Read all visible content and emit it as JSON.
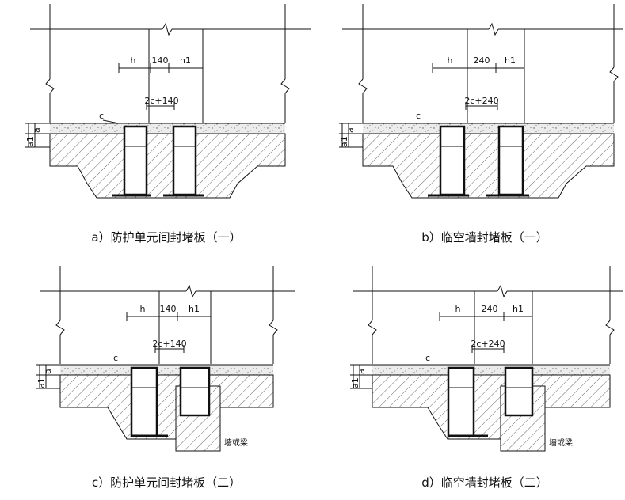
{
  "panels": [
    {
      "caption": "a）防护单元间封堵板（一）",
      "dim_h": "h",
      "dim_gap": "140",
      "dim_h1": "h1",
      "dim_2c": "2c+140",
      "dim_c": "c",
      "dim_a": "a",
      "dim_a1": "a1"
    },
    {
      "caption": "b）临空墙封堵板（一）",
      "dim_h": "h",
      "dim_gap": "240",
      "dim_h1": "h1",
      "dim_2c": "2c+240",
      "dim_c": "c",
      "dim_a": "a",
      "dim_a1": "a1"
    },
    {
      "caption": "c）防护单元间封堵板（二）",
      "dim_h": "h",
      "dim_gap": "140",
      "dim_h1": "h1",
      "dim_2c": "2c+140",
      "dim_c": "c",
      "dim_a": "a",
      "dim_a1": "a1",
      "note": "墙或梁"
    },
    {
      "caption": "d）临空墙封堵板（二）",
      "dim_h": "h",
      "dim_gap": "240",
      "dim_h1": "h1",
      "dim_2c": "2c+240",
      "dim_c": "c",
      "dim_a": "a",
      "dim_a1": "a1",
      "note": "墙或梁"
    }
  ],
  "colors": {
    "line": "#111111",
    "hatch": "#333333",
    "screed": "#e6e6e6"
  }
}
